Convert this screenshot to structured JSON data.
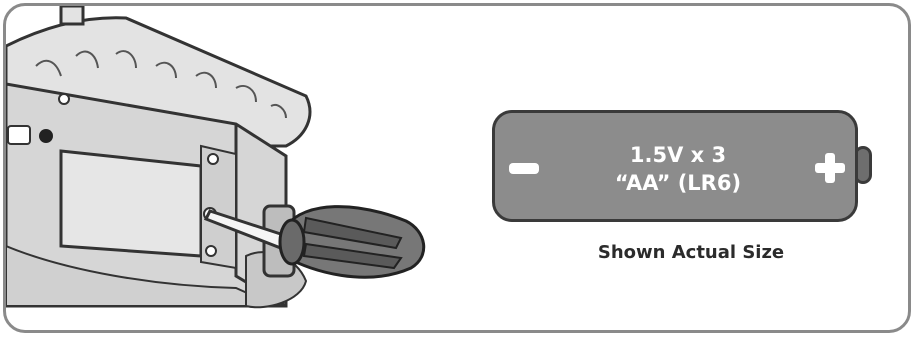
{
  "battery": {
    "line1": "1.5V x 3",
    "line2": "“AA” (LR6)",
    "negative_symbol": "minus-icon",
    "positive_symbol": "plus-icon",
    "color": "#8c8c8c"
  },
  "caption": "Shown Actual Size",
  "illustration": {
    "subject": "battery-compartment-with-screwdriver"
  },
  "colors": {
    "frame_border": "#8a8a8a",
    "outline": "#3a3a3a",
    "panel_fill": "#d9d9d9"
  }
}
